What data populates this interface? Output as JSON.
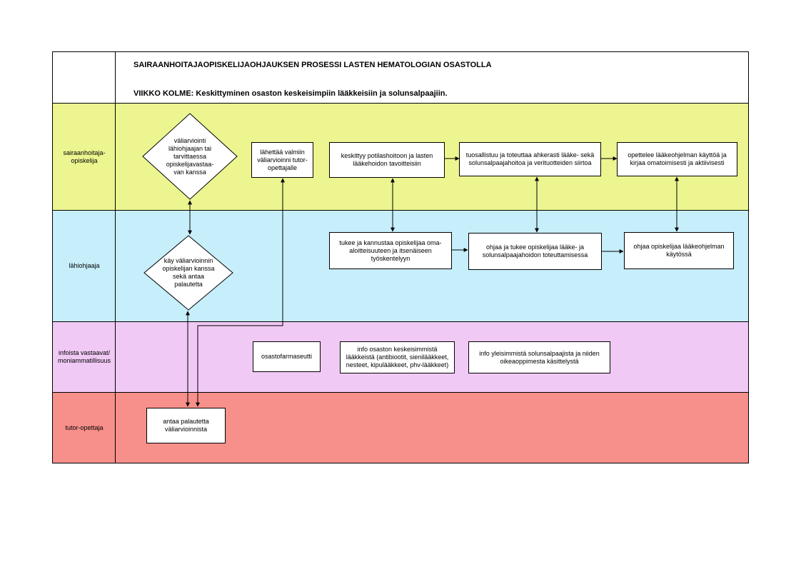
{
  "header": {
    "title": "SAIRAANHOITAJAOPISKELIJAOHJAUKSEN PROSESSI LASTEN HEMATOLOGIAN OSASTOLLA",
    "subtitle": "VIIKKO KOLME: Keskittyminen osaston keskeisimpiin lääkkeisiin ja solunsalpaajiin."
  },
  "lanes": [
    {
      "label": "sairaanhoitaja-\nopiskelija",
      "color": "#ecf58f"
    },
    {
      "label": "lähiohjaaja",
      "color": "#c6eefb"
    },
    {
      "label": "infoista vastaavat/\nmoniammatillisuus",
      "color": "#f0c9f4"
    },
    {
      "label": "tutor-opettaja",
      "color": "#f7908a"
    }
  ],
  "nodes": {
    "diamond_student": "väliarviointi lähiohjaajan tai tarvittaessa opiskelijavastaa-\nvan kanssa",
    "box_send_eval": "lähettää valmiin väliarvioinni tutor-\nopettajalle",
    "box_focus": "keskittyy potilashoitoon ja lasten lääkehoidon tavoitteisiin",
    "box_participate": "tuosallistuu ja toteuttaa ahkerasti lääke- sekä solunsalpaajahoitoa ja verituotteiden siirtoa",
    "box_learn": "opettelee lääkeohjelman käyttöä ja kirjaa omatoimisesti ja aktiivisesti",
    "diamond_supervisor": "käy väliarvioinnin opiskelijan kanssa sekä antaa palautetta",
    "box_support": "tukee ja kannustaa opiskelijaa oma-\naloitteisuuteen ja itsenäiseen työskentelyyn",
    "box_guide": "ohjaa ja tukee opiskelijaa lääke- ja solunsalpaajahoidon toteuttamisessa",
    "box_guide_program": "ohjaa opiskelijaa lääkeohjelman käytössä",
    "box_pharmacist": "osastofarmaseutti",
    "box_info_drugs": "info osaston keskeisimmistä lääkkeistä (antibiootit, sienilääkkeet, nesteet, kipulääkkeet, phv-lääkkeet)",
    "box_info_cyto": "info yleisimmistä solunsalpaajista ja niiden oikeaoppimesta käsittelystä",
    "box_tutor_feedback": "antaa palautetta väliarvioinnista"
  },
  "colors": {
    "line": "#000000",
    "box_fill": "#ffffff"
  }
}
